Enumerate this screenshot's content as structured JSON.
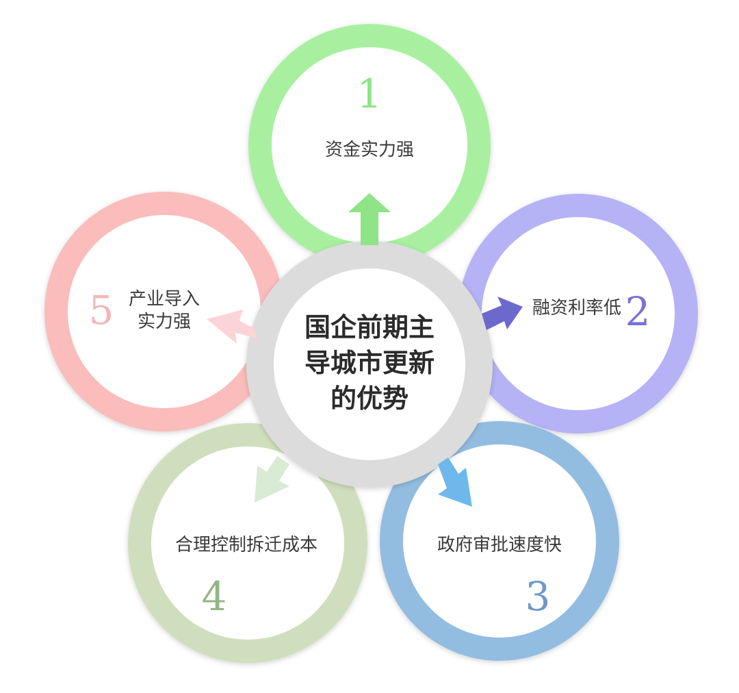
{
  "center": {
    "lines": [
      "国企前期主",
      "导城市更新",
      "的优势"
    ],
    "fill": "#dcdcdc"
  },
  "items": [
    {
      "num": "1",
      "label": "资金实力强",
      "color": "#a8f0a0",
      "num_color": "#8ee486"
    },
    {
      "num": "2",
      "label": "融资利率低",
      "color": "#b5b2f5",
      "num_color": "#7773d8"
    },
    {
      "num": "3",
      "label": "政府审批速度快",
      "color": "#93bde0",
      "num_color": "#6f98c8"
    },
    {
      "num": "4",
      "label": "合理控制拆迁成本",
      "color": "#cfdfbd",
      "num_color": "#93b586"
    },
    {
      "num": "5",
      "label_lines": [
        "产业导入",
        "实力强"
      ],
      "color": "#fbbcbc",
      "num_color": "#f6b6b6"
    }
  ],
  "arrows": {
    "up": "#8ee486",
    "right": "#6d69cc",
    "down_right": "#6fb8ec",
    "down_left": "#d9ebd4",
    "left": "#fcd4d8"
  }
}
